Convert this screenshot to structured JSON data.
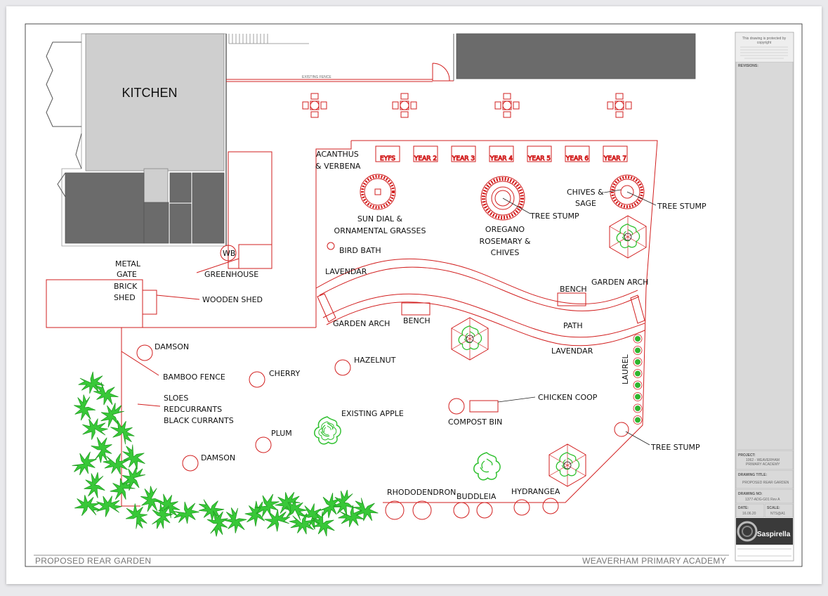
{
  "colors": {
    "plan_red": "#d21f1f",
    "building_grey": "#6b6b6b",
    "kitchen_grey": "#cfcfcf",
    "plant_green": "#2fc02f",
    "title_block_grey": "#d9d9d9"
  },
  "buildings": {
    "kitchen": "KITCHEN"
  },
  "labels": {
    "existing_fence": "EXISTING FENCE",
    "wb": "WB",
    "greenhouse": "GREENHOUSE",
    "metal_gate": "METAL",
    "metal_gate_2": "GATE",
    "brick": "BRICK",
    "shed": "SHED",
    "wooden_shed": "WOODEN SHED",
    "acanthus_1": "ACANTHUS",
    "acanthus_2": "& VERBENA",
    "sun_dial_1": "SUN DIAL &",
    "sun_dial_2": "ORNAMENTAL GRASSES",
    "bird_bath": "BIRD BATH",
    "oregano_1": "OREGANO",
    "oregano_2": "ROSEMARY &",
    "oregano_3": "CHIVES",
    "tree_stump_centre": "TREE STUMP",
    "chives_1": "CHIVES &",
    "chives_2": "SAGE",
    "tree_stump_right": "TREE STUMP",
    "lavendar_top": "LAVENDAR",
    "bench_right": "BENCH",
    "garden_arch_right": "GARDEN ARCH",
    "garden_arch_left": "GARDEN ARCH",
    "bench_left": "BENCH",
    "path": "PATH",
    "lavendar_bottom": "LAVENDAR",
    "laurel": "LAUREL",
    "damson_top": "DAMSON",
    "bamboo_fence": "BAMBOO FENCE",
    "sloes_1": "SLOES",
    "sloes_2": "REDCURRANTS",
    "sloes_3": "BLACK CURRANTS",
    "cherry": "CHERRY",
    "hazelnut": "HAZELNUT",
    "existing_apple": "EXISTING APPLE",
    "compost_bin": "COMPOST BIN",
    "chicken_coop": "CHICKEN COOP",
    "plum": "PLUM",
    "damson_bottom": "DAMSON",
    "rhododendron": "RHODODENDRON",
    "buddleia": "BUDDLEIA",
    "hydrangea": "HYDRANGEA",
    "tree_stump_bottom": "TREE STUMP"
  },
  "year_beds": [
    "EYFS",
    "YEAR 2",
    "YEAR 3",
    "YEAR 4",
    "YEAR 5",
    "YEAR 6",
    "YEAR 7"
  ],
  "footer": {
    "left": "PROPOSED REAR GARDEN",
    "right": "WEAVERHAM PRIMARY ACADEMY"
  },
  "title_block": {
    "copyright_1": "This drawing is protected by",
    "copyright_2": "copyright",
    "revisions": "REVISIONS:",
    "project_label": "PROJECT:",
    "project_1": "1062 - WEAVERHAM",
    "project_2": "PRIMARY ACADEMY",
    "drawing_title_label": "DRAWING TITLE:",
    "drawing_title": "PROPOSED REAR GARDEN",
    "drawing_no_label": "DRAWING NO:",
    "drawing_no": "1377-ADG-G01 Rev A",
    "date_label": "DATE:",
    "date": "16.06.20",
    "scale_label": "SCALE:",
    "scale": "NTS@A1",
    "brand": "Saspirella"
  }
}
